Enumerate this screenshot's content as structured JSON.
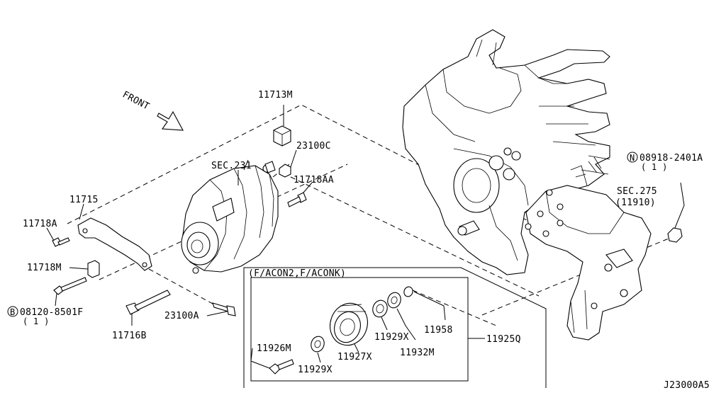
{
  "diagram": {
    "direction_label": "FRONT",
    "drawing_number": "J23000A5",
    "inset_title": "(F/ACON2,F/ACONK)",
    "callouts": {
      "p11713M": "11713M",
      "p23100C": "23100C",
      "sec231": "SEC.231",
      "p11718AA": "11718AA",
      "p11715": "11715",
      "p11718A": "11718A",
      "p11718M": "11718M",
      "b_symbol": "B",
      "p08120_8501F": "08120-8501F",
      "qty_b": "( 1 )",
      "p11716B": "11716B",
      "p23100A": "23100A",
      "n_symbol": "N",
      "p08918_2401A": "08918-2401A",
      "qty_n": "( 1 )",
      "sec275": "SEC.275",
      "p11910": "(11910)",
      "p11926M": "11926M",
      "p11929X_a": "11929X",
      "p11927X": "11927X",
      "p11929X_b": "11929X",
      "p11932M": "11932M",
      "p11958": "11958",
      "p11925Q": "11925Q"
    }
  }
}
